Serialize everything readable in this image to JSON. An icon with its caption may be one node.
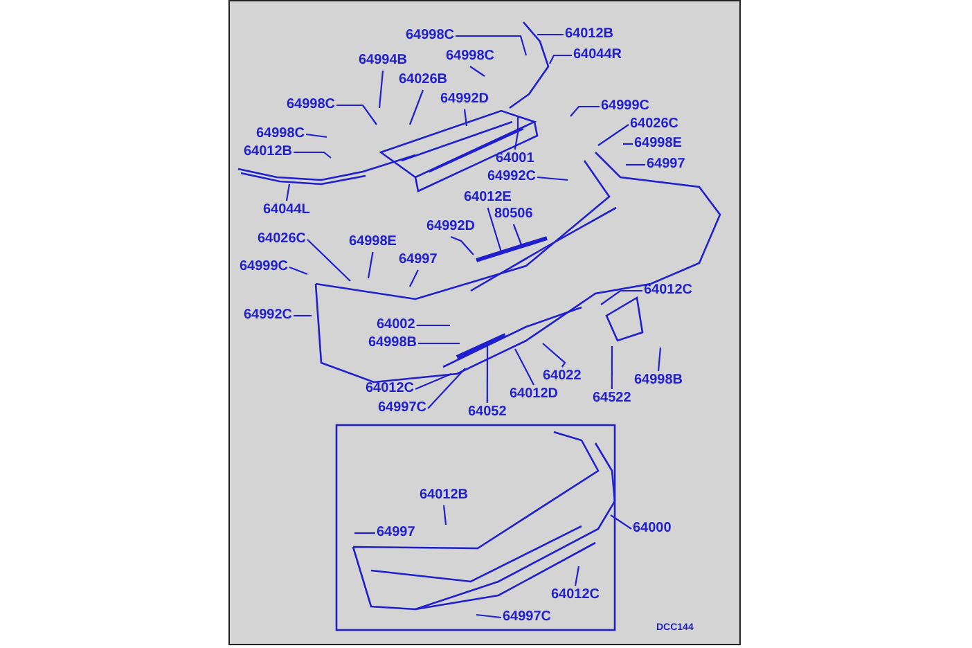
{
  "diagram": {
    "nodes": [
      {
        "text": [
          "64998C"
        ]
      },
      {
        "text": [
          "64012B"
        ]
      },
      {
        "text": [
          "64994B"
        ]
      },
      {
        "text": [
          "64998C"
        ]
      },
      {
        "text": [
          "64044R"
        ]
      },
      {
        "text": [
          "64026B"
        ]
      },
      {
        "text": [
          "64992D"
        ]
      },
      {
        "text": [
          "64998C"
        ]
      },
      {
        "text": [
          "64999C"
        ]
      },
      {
        "text": [
          "64026C"
        ]
      },
      {
        "text": [
          "64998C"
        ]
      },
      {
        "text": [
          "64998E"
        ]
      },
      {
        "text": [
          "64012B"
        ]
      },
      {
        "text": [
          "64997"
        ]
      },
      {
        "text": [
          "64001"
        ]
      },
      {
        "text": [
          "64992C"
        ]
      },
      {
        "text": [
          "64044L"
        ]
      },
      {
        "text": [
          "64012E"
        ]
      },
      {
        "text": [
          "64992D"
        ]
      },
      {
        "text": [
          "80506"
        ]
      },
      {
        "text": [
          "64026C"
        ]
      },
      {
        "text": [
          "64998E"
        ]
      },
      {
        "text": [
          "64997"
        ]
      },
      {
        "text": [
          "64999C"
        ]
      },
      {
        "text": [
          "64012C"
        ]
      },
      {
        "text": [
          "64992C"
        ]
      },
      {
        "text": [
          "64002"
        ]
      },
      {
        "text": [
          "64998B"
        ]
      },
      {
        "text": [
          "64022"
        ]
      },
      {
        "text": [
          "64998B"
        ]
      },
      {
        "text": [
          "64012C"
        ]
      },
      {
        "text": [
          "64012D"
        ]
      },
      {
        "text": [
          "64522"
        ]
      },
      {
        "text": [
          "64997C"
        ]
      },
      {
        "text": [
          "64052"
        ]
      },
      {
        "text": [
          "64012B"
        ]
      },
      {
        "text": [
          "64997"
        ]
      },
      {
        "text": [
          "64000"
        ]
      },
      {
        "text": [
          "64012C"
        ]
      },
      {
        "text": [
          "64997C"
        ]
      }
    ],
    "edges": [
      {
        "from": 0,
        "to": null,
        "arrow": "none"
      },
      {
        "from": 1,
        "to": null,
        "arrow": "none"
      },
      {
        "from": 2,
        "to": null,
        "arrow": "none"
      },
      {
        "from": 3,
        "to": null,
        "arrow": "none"
      },
      {
        "from": 4,
        "to": null,
        "arrow": "none"
      },
      {
        "from": 5,
        "to": null,
        "arrow": "none"
      },
      {
        "from": 6,
        "to": null,
        "arrow": "none"
      },
      {
        "from": 7,
        "to": null,
        "arrow": "none"
      },
      {
        "from": 8,
        "to": null,
        "arrow": "none"
      },
      {
        "from": 9,
        "to": null,
        "arrow": "none"
      },
      {
        "from": 10,
        "to": null,
        "arrow": "none"
      },
      {
        "from": 11,
        "to": null,
        "arrow": "none"
      },
      {
        "from": 12,
        "to": null,
        "arrow": "none"
      },
      {
        "from": 13,
        "to": null,
        "arrow": "none"
      },
      {
        "from": 14,
        "to": null,
        "arrow": "none"
      },
      {
        "from": 15,
        "to": null,
        "arrow": "none"
      },
      {
        "from": 16,
        "to": null,
        "arrow": "none"
      },
      {
        "from": 17,
        "to": null,
        "arrow": "none"
      },
      {
        "from": 18,
        "to": null,
        "arrow": "none"
      },
      {
        "from": 19,
        "to": null,
        "arrow": "none"
      },
      {
        "from": 20,
        "to": null,
        "arrow": "none"
      },
      {
        "from": 21,
        "to": null,
        "arrow": "none"
      },
      {
        "from": 22,
        "to": null,
        "arrow": "none"
      },
      {
        "from": 23,
        "to": null,
        "arrow": "none"
      },
      {
        "from": 24,
        "to": null,
        "arrow": "none"
      },
      {
        "from": 25,
        "to": null,
        "arrow": "none"
      },
      {
        "from": 26,
        "to": null,
        "arrow": "none"
      },
      {
        "from": 27,
        "to": null,
        "arrow": "none"
      },
      {
        "from": 28,
        "to": null,
        "arrow": "none"
      },
      {
        "from": 29,
        "to": null,
        "arrow": "none"
      },
      {
        "from": 30,
        "to": null,
        "arrow": "none"
      },
      {
        "from": 31,
        "to": null,
        "arrow": "none"
      },
      {
        "from": 32,
        "to": null,
        "arrow": "none"
      },
      {
        "from": 33,
        "to": null,
        "arrow": "none"
      },
      {
        "from": 34,
        "to": null,
        "arrow": "none"
      },
      {
        "from": 35,
        "to": null,
        "arrow": "none"
      },
      {
        "from": 36,
        "to": null,
        "arrow": "none"
      },
      {
        "from": 37,
        "to": null,
        "arrow": "none"
      },
      {
        "from": 38,
        "to": null,
        "arrow": "none"
      },
      {
        "from": 39,
        "to": null,
        "arrow": "none"
      }
    ],
    "labels": [
      "DCC144"
    ]
  }
}
